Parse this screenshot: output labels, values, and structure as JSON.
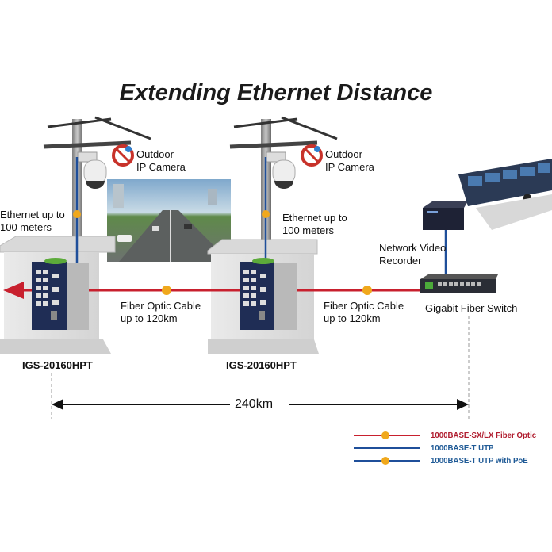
{
  "title": "Extending Ethernet Distance",
  "camera_label_1": [
    "Outdoor",
    "IP Camera"
  ],
  "camera_label_2": [
    "Outdoor",
    "IP Camera"
  ],
  "ethernet_label_1": [
    "Ethernet up to",
    "100 meters"
  ],
  "ethernet_label_2": [
    "Ethernet up to",
    "100 meters"
  ],
  "fiber_label_1": [
    "Fiber Optic Cable",
    "up to 120km"
  ],
  "fiber_label_2": [
    "Fiber Optic Cable",
    "up to 120km"
  ],
  "nvr_label": [
    "Network Video",
    "Recorder"
  ],
  "gigabit_switch_label": "Gigabit Fiber Switch",
  "switch_model_1": "IGS-20160HPT",
  "switch_model_2": "IGS-20160HPT",
  "distance_label": "240km",
  "legend": [
    {
      "label": "1000BASE-SX/LX Fiber Optic",
      "color": "#b01c2e"
    },
    {
      "label": "1000BASE-T UTP",
      "color": "#1f5a96"
    },
    {
      "label": "1000BASE-T UTP with PoE",
      "color": "#1f5a96"
    }
  ],
  "colors": {
    "fiber": "#c8202e",
    "utp": "#1f4f9a",
    "badge": "#f0a81c"
  }
}
